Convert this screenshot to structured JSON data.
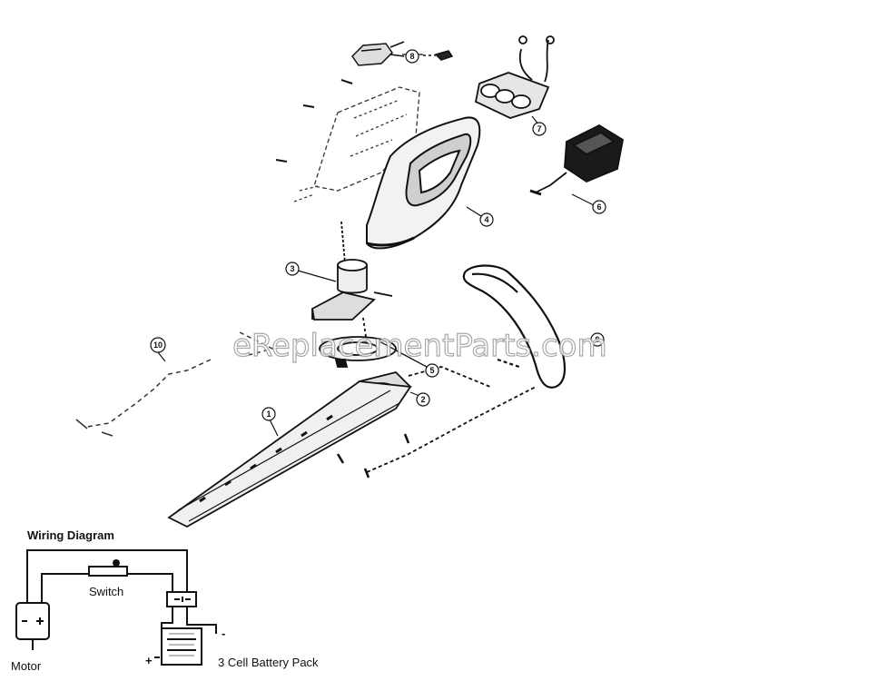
{
  "watermark": "eReplacementParts.com",
  "callouts": [
    "1",
    "2",
    "3",
    "4",
    "5",
    "6",
    "7",
    "8",
    "9",
    "10"
  ],
  "wiring": {
    "title": "Wiring Diagram",
    "switch_label": "Switch",
    "motor_label": "Motor",
    "battery_label": "3 Cell Battery Pack",
    "plus": "+",
    "minus": "-"
  }
}
